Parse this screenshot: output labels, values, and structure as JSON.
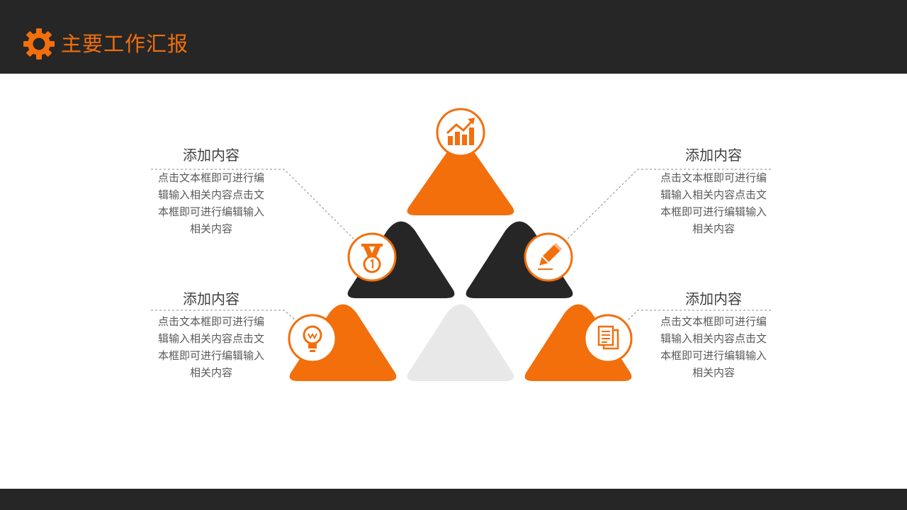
{
  "header": {
    "title": "主要工作汇报",
    "icon": "gear-icon"
  },
  "colors": {
    "accent": "#f26f0c",
    "dark": "#262626",
    "light_gray": "#e8e8e8",
    "text": "#595959"
  },
  "diagram": {
    "blocks": [
      {
        "title": "添加内容",
        "body": [
          "点击文本框即可进行编",
          "辑输入相关内容点击文",
          "本框即可进行编辑输入",
          "相关内容"
        ]
      },
      {
        "title": "添加内容",
        "body": [
          "点击文本框即可进行编",
          "辑输入相关内容点击文",
          "本框即可进行编辑输入",
          "相关内容"
        ]
      },
      {
        "title": "添加内容",
        "body": [
          "点击文本框即可进行编",
          "辑输入相关内容点击文",
          "本框即可进行编辑输入",
          "相关内容"
        ]
      },
      {
        "title": "添加内容",
        "body": [
          "点击文本框即可进行编",
          "辑输入相关内容点击文",
          "本框即可进行编辑输入",
          "相关内容"
        ]
      }
    ],
    "icons": [
      "chart-growth-icon",
      "medal-icon",
      "pencil-icon",
      "lightbulb-icon",
      "document-icon"
    ]
  }
}
